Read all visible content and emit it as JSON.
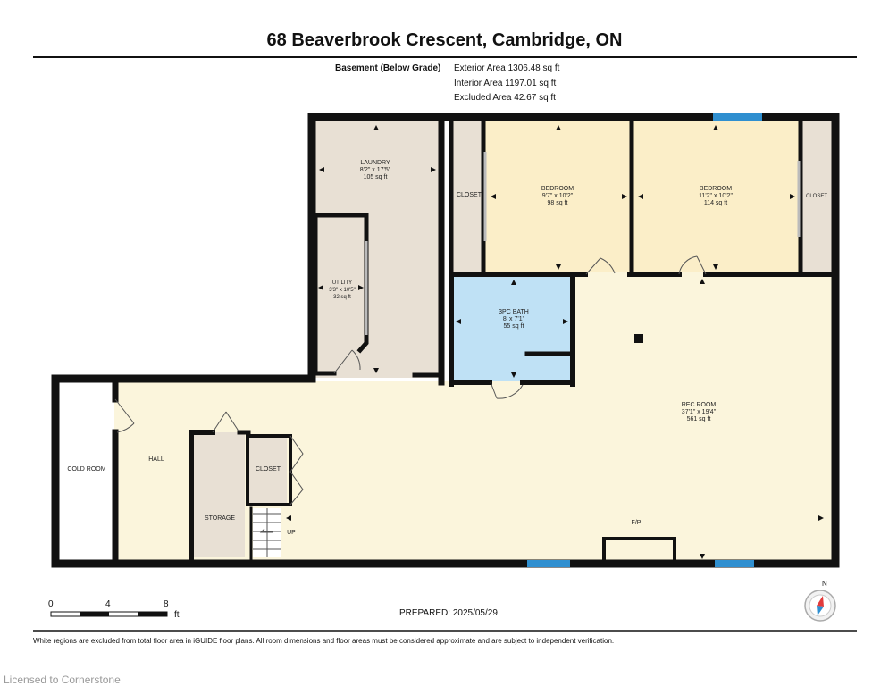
{
  "header": {
    "title": "68 Beaverbrook Crescent, Cambridge, ON"
  },
  "areas": {
    "level": "Basement (Below Grade)",
    "exterior": "Exterior Area 1306.48 sq ft",
    "interior": "Interior Area 1197.01 sq ft",
    "excluded": "Excluded Area 42.67 sq ft"
  },
  "rooms": {
    "laundry": {
      "name": "LAUNDRY",
      "dims": "8'2\" x 17'5\"",
      "area": "105 sq ft"
    },
    "utility": {
      "name": "UTILITY",
      "dims": "3'3\" x 10'5\"",
      "area": "32 sq ft"
    },
    "closet_left": {
      "name": "CLOSET"
    },
    "bedroom1": {
      "name": "BEDROOM",
      "dims": "9'7\" x 10'2\"",
      "area": "98 sq ft"
    },
    "bedroom2": {
      "name": "BEDROOM",
      "dims": "11'2\" x 10'2\"",
      "area": "114 sq ft"
    },
    "closet_right": {
      "name": "CLOSET"
    },
    "bath": {
      "name": "3PC BATH",
      "dims": "8' x 7'1\"",
      "area": "55 sq ft"
    },
    "rec": {
      "name": "REC ROOM",
      "dims": "37'1\" x 19'4\"",
      "area": "561 sq ft"
    },
    "cold_room": {
      "name": "COLD ROOM"
    },
    "hall": {
      "name": "HALL"
    },
    "closet_hall": {
      "name": "CLOSET"
    },
    "storage": {
      "name": "STORAGE"
    },
    "stairs": {
      "name": "UP"
    },
    "fireplace": {
      "name": "F/P"
    }
  },
  "scale": {
    "ticks": [
      "0",
      "4",
      "8"
    ],
    "unit": "ft"
  },
  "compass": {
    "label": "N"
  },
  "footer": {
    "prepared": "PREPARED: 2025/05/29",
    "disclaimer": "White regions are excluded from total floor area in iGUIDE floor plans. All room dimensions and floor areas must be considered approximate and are subject to independent verification.",
    "licensed": "Licensed to Cornerstone"
  },
  "colors": {
    "wall": "#111111",
    "rec_fill": "#fbf5dc",
    "bedroom_fill": "#fbeec8",
    "bath_fill": "#bfe1f5",
    "service_fill": "#e8e0d4",
    "window": "#2f8fd0"
  }
}
